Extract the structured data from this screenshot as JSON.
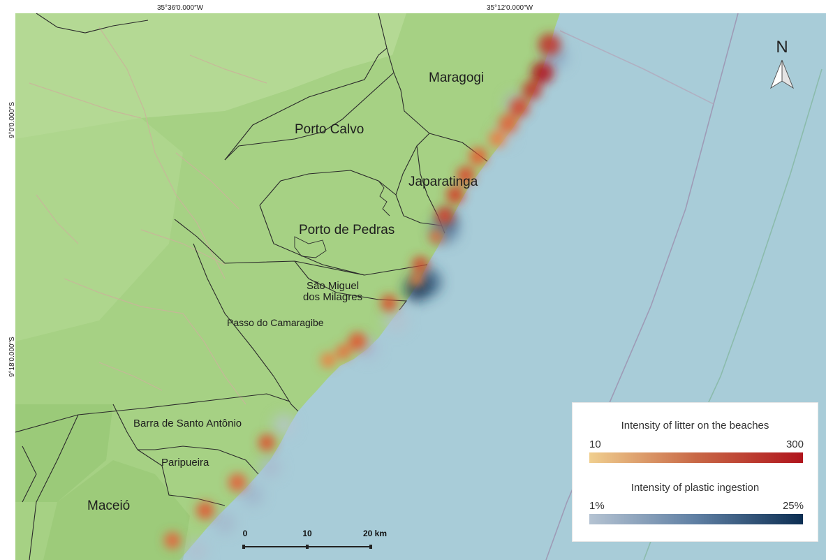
{
  "coordinates": {
    "top": [
      "35°36′0.000″W",
      "35°12′0.000″W"
    ],
    "left": [
      "9°0′0.000″S",
      "9°18′0.000″S"
    ]
  },
  "municipalities": [
    {
      "name": "Maragogi"
    },
    {
      "name": "Porto Calvo"
    },
    {
      "name": "Japaratinga"
    },
    {
      "name": "Porto de Pedras"
    },
    {
      "name": "São Miguel\ndos Milagres"
    },
    {
      "name": "Passo do Camaragibe"
    },
    {
      "name": "Barra de Santo Antônio"
    },
    {
      "name": "Paripueira"
    },
    {
      "name": "Maceió"
    }
  ],
  "north_arrow": {
    "letter": "N"
  },
  "scale_bar": {
    "labels": [
      "0",
      "10",
      "20 km"
    ],
    "unit": "km"
  },
  "legend": {
    "litter": {
      "title": "Intensity of litter on the beaches",
      "min": "10",
      "max": "300",
      "colors": [
        "#f0cf8f",
        "#c86846",
        "#b0141c"
      ]
    },
    "ingestion": {
      "title": "Intensity of plastic ingestion",
      "min": "1%",
      "max": "25%",
      "colors": [
        "#b5c3d2",
        "#5f7fa3",
        "#0c2e52"
      ]
    }
  },
  "colors": {
    "ocean": "#a8ccd8",
    "land": "#a6d184",
    "land_light": "#bfe0a2",
    "land_dark": "#95c673",
    "boundary": "#2a2a2a",
    "road": "#c9b59a",
    "offshore_line": "#9b8fae"
  }
}
